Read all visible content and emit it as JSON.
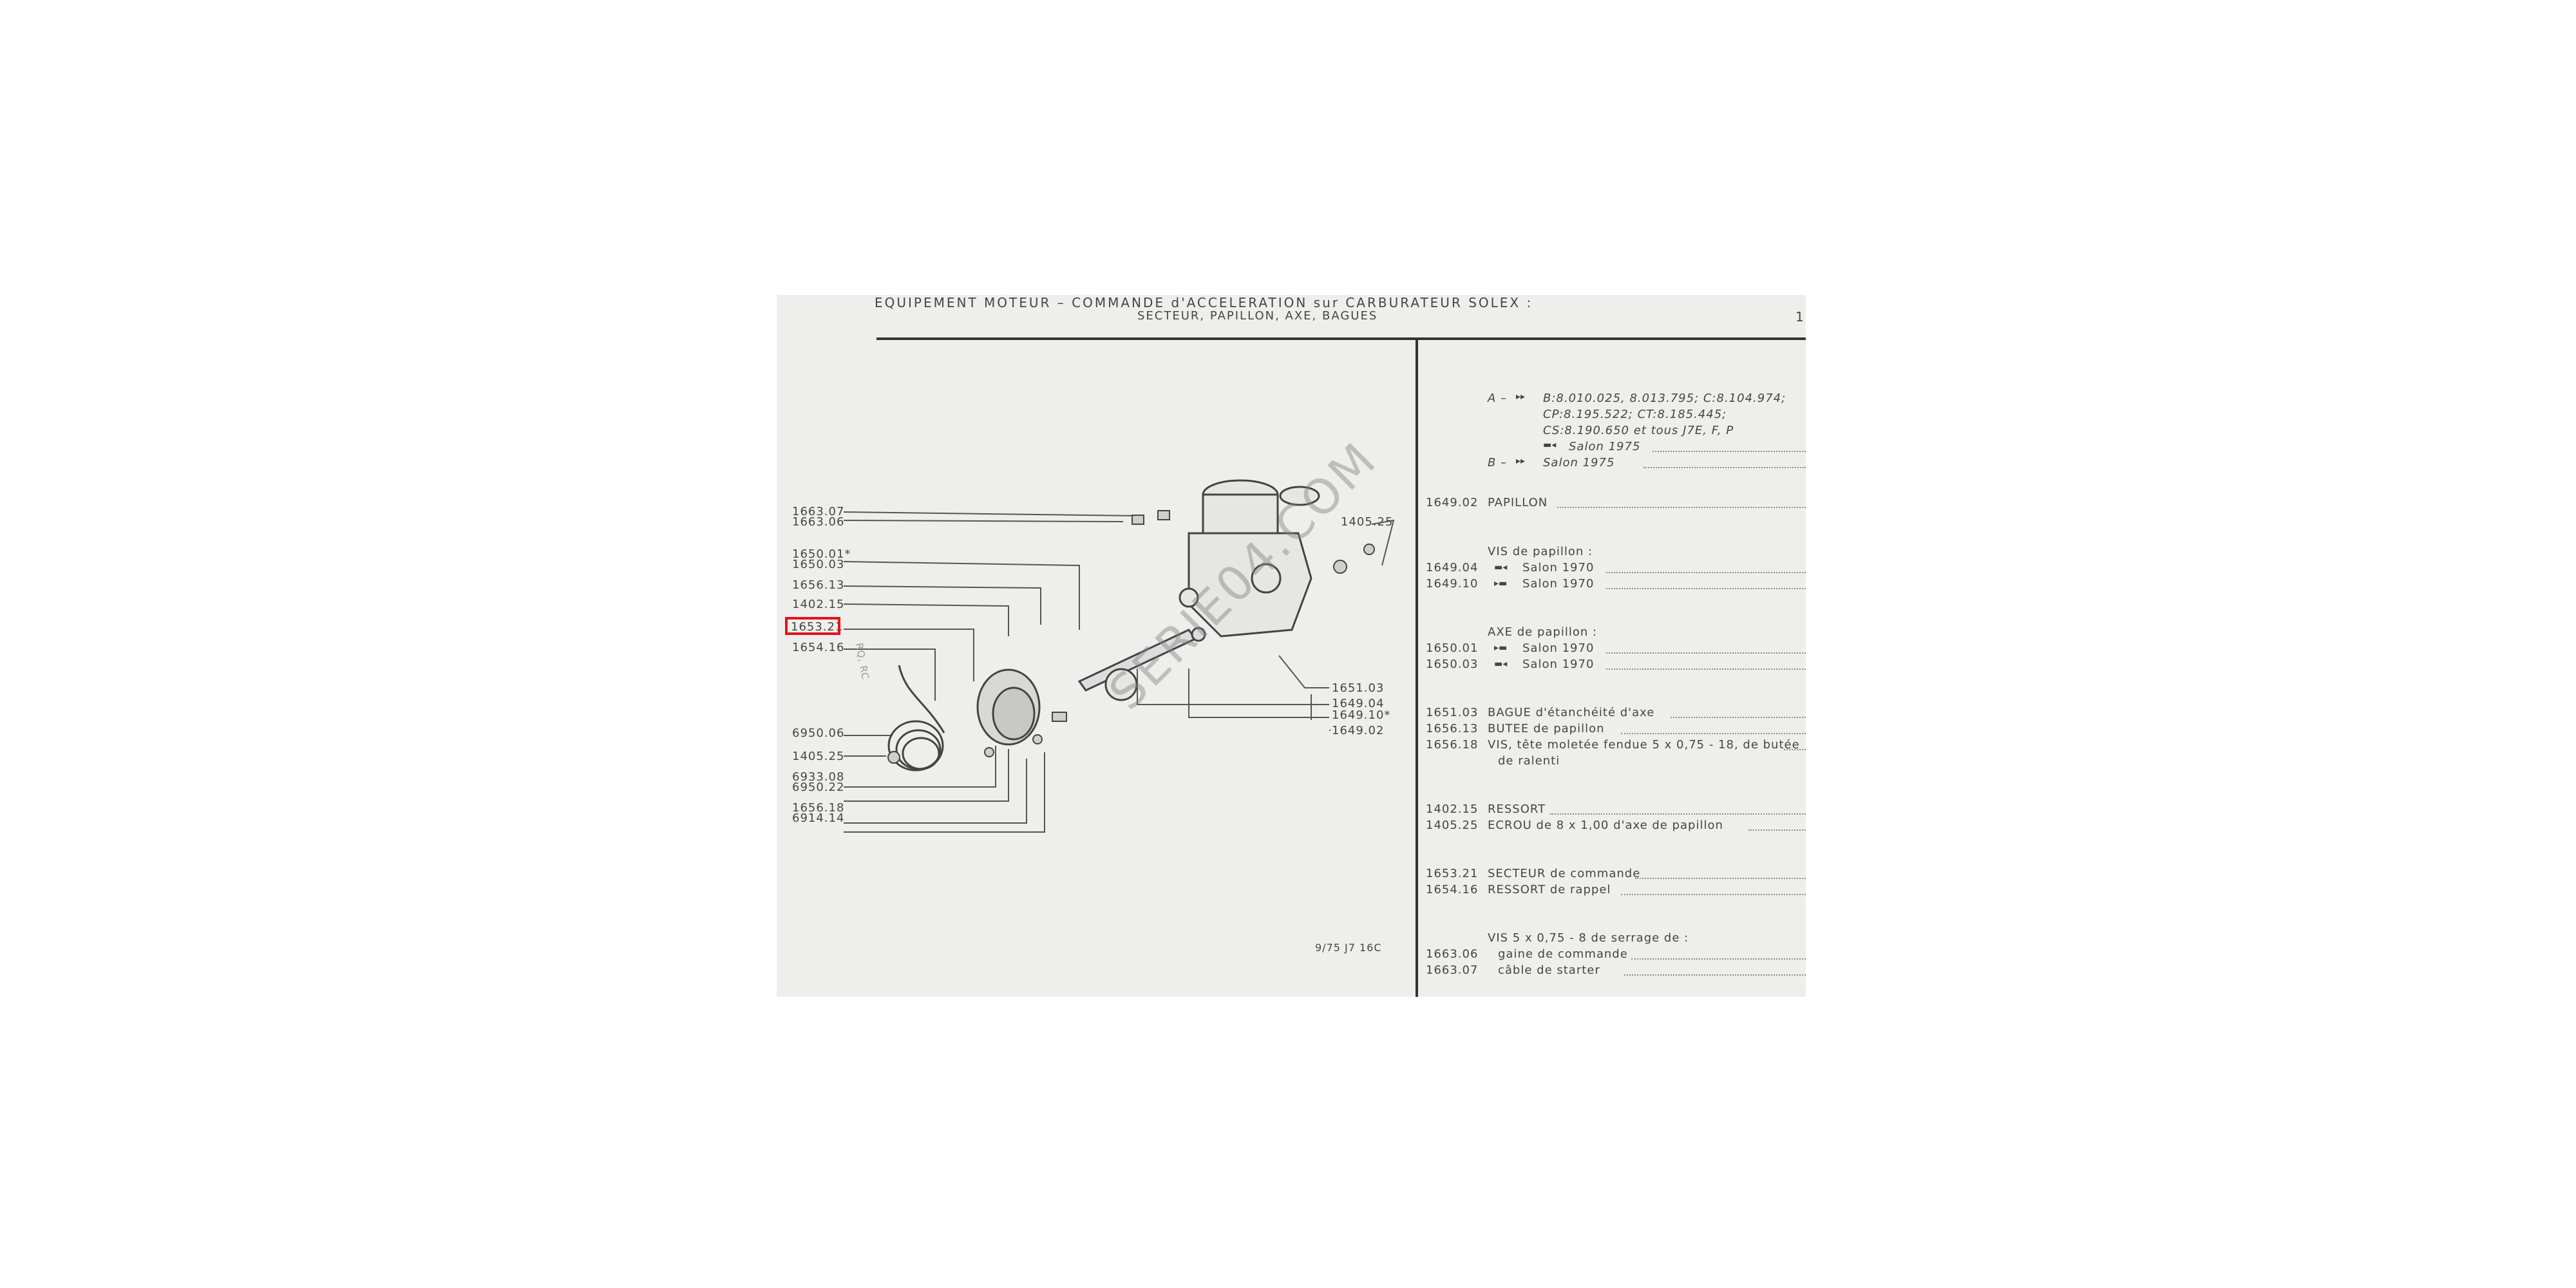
{
  "header": {
    "line1": "EQUIPEMENT MOTEUR – COMMANDE d'ACCELERATION sur CARBURATEUR SOLEX :",
    "line2": "SECTEUR, PAPILLON, AXE, BAGUES",
    "page_no": "1"
  },
  "watermark": "SERIE04.COM",
  "footer_code": "9/75 J7 16C",
  "diagram": {
    "left_refs": [
      "1663.07",
      "1663.06",
      "1650.01*",
      "1650.03",
      "1656.13",
      "1402.15",
      "1653.21",
      "1654.16",
      "6950.06",
      "1405.25",
      "6933.08",
      "6950.22",
      "1656.18",
      "6914.14"
    ],
    "highlighted_ref": "1653.21",
    "right_refs": [
      "1405.25",
      "1651.03",
      "1649.04",
      "1649.10*",
      "1649.02"
    ],
    "note": "RQ, RC"
  },
  "parts_list": {
    "intro": {
      "a_label": "A –",
      "a_line1": "B:8.010.025, 8.013.795; C:8.104.974;",
      "a_line2": "CP:8.195.522; CT:8.185.445;",
      "a_line3": "CS:8.190.650 et tous J7E, F, P",
      "a_line4": "Salon 1975",
      "b_label": "B –",
      "b_line": "Salon 1975"
    },
    "rows": [
      {
        "ref": "1649.02",
        "desc": "PAPILLON"
      },
      {
        "ref": "",
        "desc": "VIS de papillon :"
      },
      {
        "ref": "1649.04",
        "desc": "Salon 1970"
      },
      {
        "ref": "1649.10",
        "desc": "Salon 1970"
      },
      {
        "ref": "",
        "desc": "AXE de papillon :"
      },
      {
        "ref": "1650.01",
        "desc": "Salon 1970"
      },
      {
        "ref": "1650.03",
        "desc": "Salon 1970"
      },
      {
        "ref": "1651.03",
        "desc": "BAGUE d'étanchéité d'axe"
      },
      {
        "ref": "1656.13",
        "desc": "BUTEE de papillon"
      },
      {
        "ref": "1656.18",
        "desc": "VIS, tête moletée fendue 5 x 0,75 - 18, de butée"
      },
      {
        "ref": "",
        "desc": "de ralenti"
      },
      {
        "ref": "1402.15",
        "desc": "RESSORT"
      },
      {
        "ref": "1405.25",
        "desc": "ECROU de 8 x 1,00 d'axe de papillon"
      },
      {
        "ref": "1653.21",
        "desc": "SECTEUR de commande"
      },
      {
        "ref": "1654.16",
        "desc": "RESSORT de rappel"
      },
      {
        "ref": "",
        "desc": "VIS 5 x 0,75 - 8 de serrage de :"
      },
      {
        "ref": "1663.06",
        "desc": "gaine de commande"
      },
      {
        "ref": "1663.07",
        "desc": "câble de starter"
      }
    ]
  }
}
